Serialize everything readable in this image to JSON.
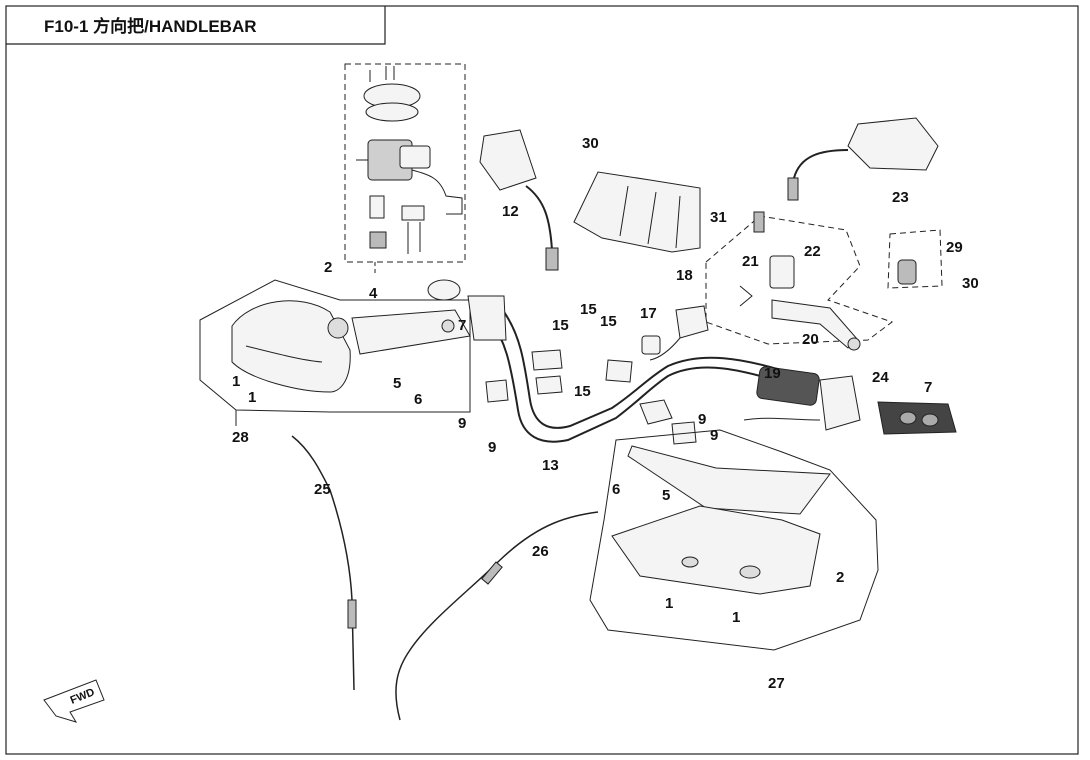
{
  "title": "F10-1 方向把/HANDLEBAR",
  "direction_label": "FWD",
  "colors": {
    "line": "#222222",
    "part_fill": "#f4f4f4",
    "dark_fill": "#3a3a3a"
  },
  "callouts": {
    "c1a": "1",
    "c1b": "1",
    "c1c": "1",
    "c1d": "1",
    "c2a": "2",
    "c2b": "2",
    "c4": "4",
    "c5a": "5",
    "c5b": "5",
    "c6a": "6",
    "c6b": "6",
    "c7a": "7",
    "c7b": "7",
    "c9a": "9",
    "c9b": "9",
    "c9c": "9",
    "c9d": "9",
    "c12": "12",
    "c13": "13",
    "c15a": "15",
    "c15b": "15",
    "c15c": "15",
    "c15d": "15",
    "c17": "17",
    "c18": "18",
    "c19": "19",
    "c20": "20",
    "c21": "21",
    "c22": "22",
    "c23": "23",
    "c24": "24",
    "c25": "25",
    "c26": "26",
    "c27": "27",
    "c28": "28",
    "c29": "29",
    "c30a": "30",
    "c30b": "30",
    "c31": "31"
  }
}
